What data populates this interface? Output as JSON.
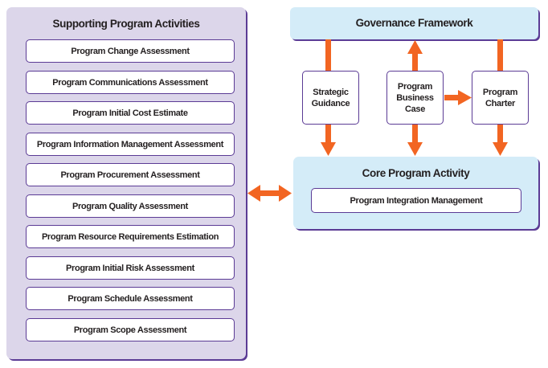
{
  "supporting": {
    "title": "Supporting Program Activities",
    "items": [
      "Program Change Assessment",
      "Program Communications Assessment",
      "Program Initial Cost Estimate",
      "Program Information Management Assessment",
      "Program Procurement Assessment",
      "Program Quality Assessment",
      "Program Resource Requirements Estimation",
      "Program Initial Risk Assessment",
      "Program Schedule Assessment",
      "Program Scope Assessment"
    ]
  },
  "governance": {
    "title": "Governance Framework"
  },
  "middle_boxes": {
    "strategic_guidance": [
      "Strategic",
      "Guidance"
    ],
    "business_case": [
      "Program",
      "Business",
      "Case"
    ],
    "charter": [
      "Program",
      "Charter"
    ]
  },
  "core": {
    "title": "Core Program Activity",
    "item": "Program Integration Management"
  },
  "colors": {
    "arrow": "#f26522",
    "border": "#5b3b95",
    "supporting_bg": "#dcd6ea",
    "core_bg": "#d4ecf8"
  }
}
